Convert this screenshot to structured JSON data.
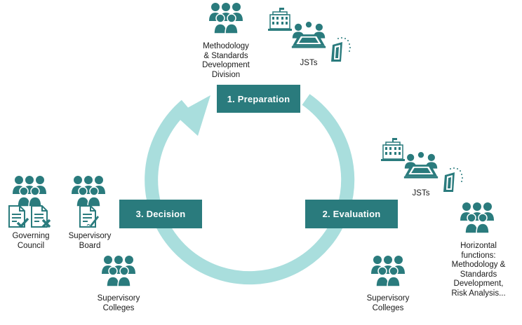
{
  "steps": {
    "preparation": "1. Preparation",
    "evaluation": "2. Evaluation",
    "decision": "3. Decision"
  },
  "labels": {
    "methodology_division": "Methodology\n& Standards\nDevelopment\nDivision",
    "jsts_top": "JSTs",
    "jsts_right": "JSTs",
    "horizontal_functions": "Horizontal\nfunctions:\nMethodology &\nStandards\nDevelopment,\nRisk Analysis...",
    "supervisory_colleges_right": "Supervisory\nColleges",
    "supervisory_colleges_left": "Supervisory\nColleges",
    "governing_council": "Governing\nCouncil",
    "supervisory_board": "Supervisory\nBoard"
  },
  "colors": {
    "accent": "#2a7b7d",
    "cycle": "#a9dedd",
    "background": "#ffffff"
  },
  "icons": [
    "people-icon",
    "building-icon",
    "meeting-table-icon",
    "ecb-tower-icon",
    "approved-document-icon",
    "rejected-document-icon",
    "signed-document-icon"
  ]
}
